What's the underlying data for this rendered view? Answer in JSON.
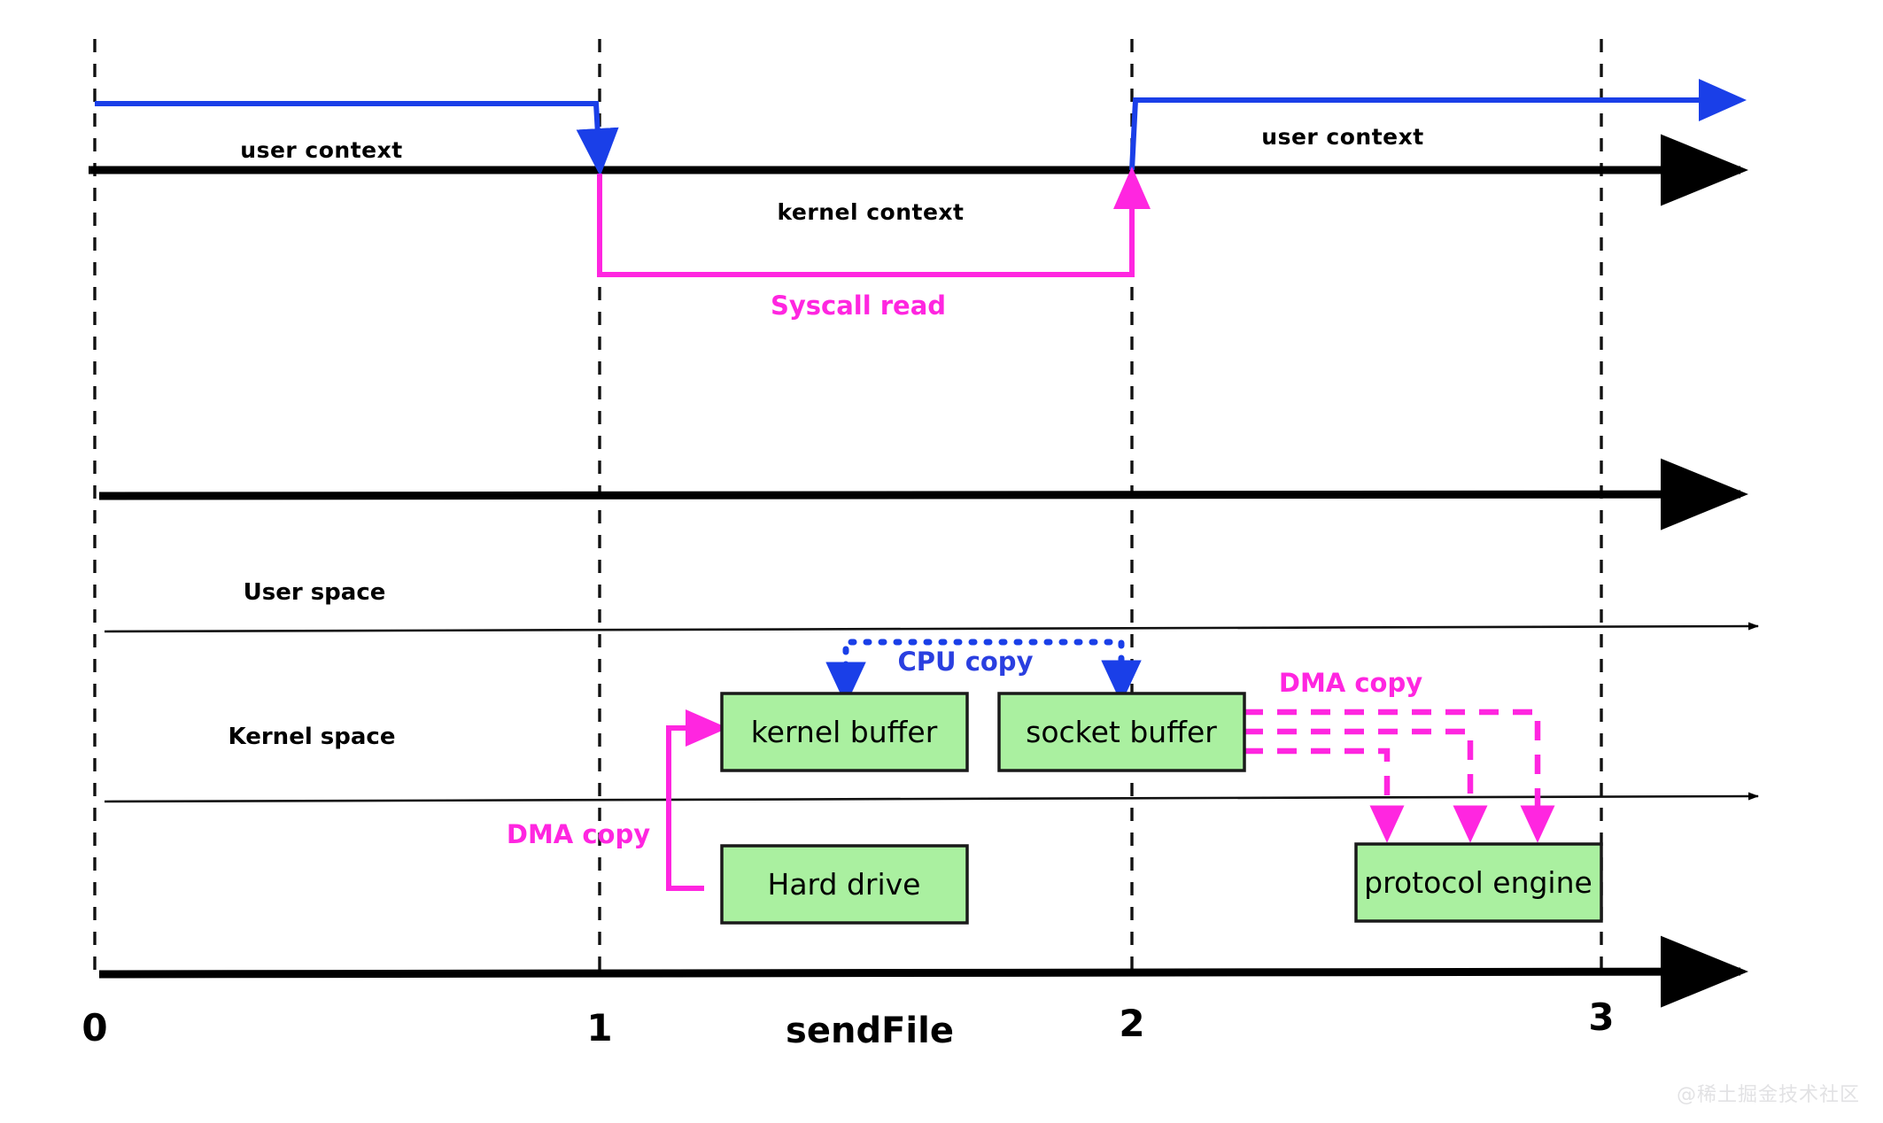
{
  "diagram": {
    "title_label": "sendFile",
    "watermark": "@稀土掘金技术社区",
    "axis_ticks": [
      "0",
      "1",
      "2",
      "3"
    ],
    "context_labels": {
      "user_context_left": "user context",
      "kernel_context": "kernel context",
      "user_context_right": "user context"
    },
    "space_labels": {
      "user_space": "User space",
      "kernel_space": "Kernel  space"
    },
    "syscall_label": "Syscall read",
    "copy_labels": {
      "cpu_copy": "CPU copy",
      "dma_copy_left": "DMA copy",
      "dma_copy_right": "DMA copy"
    },
    "boxes": [
      {
        "id": "kernel-buffer",
        "label": "kernel buffer"
      },
      {
        "id": "socket-buffer",
        "label": "socket buffer"
      },
      {
        "id": "hard-drive",
        "label": "Hard drive"
      },
      {
        "id": "protocol-engine",
        "label": "protocol engine"
      }
    ],
    "colors": {
      "blue": "#1a3fe8",
      "magenta": "#ff26e0",
      "box_fill": "#aaf0a0",
      "box_stroke": "#1a1a1a",
      "axis": "#000000"
    }
  }
}
